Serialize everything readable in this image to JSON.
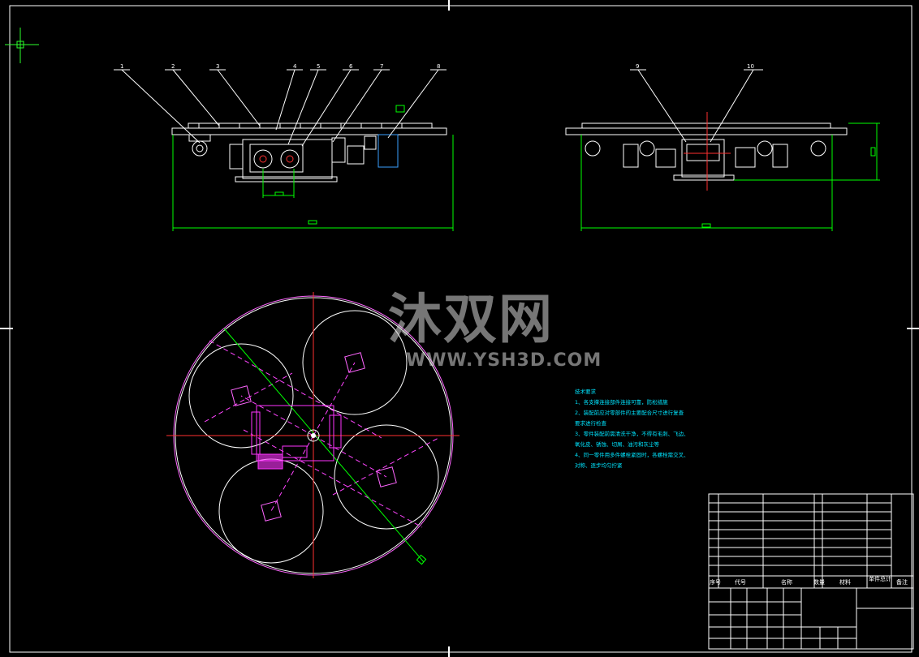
{
  "top_left_view": {
    "balloons": [
      "1",
      "2",
      "3",
      "4",
      "5",
      "6",
      "7",
      "8"
    ]
  },
  "top_right_view": {
    "balloons": [
      "9",
      "10"
    ]
  },
  "watermark": {
    "text_cn": "沐双网",
    "url": "WWW.YSH3D.COM"
  },
  "tech_requirements": {
    "title": "技术要求",
    "lines": [
      "1、各支撑连接部件连接可靠，防松措施",
      "2、装配前应对零部件的主要配合尺寸进行复查",
      "要求进行检查",
      "3、零件装配前需清洗干净，不得有毛刺、飞边、",
      "氧化皮、锈蚀、切屑、油污和灰尘等",
      "4、同一零件用多件螺栓紧固时，各螺栓需交叉、",
      "对称、逐步均匀拧紧"
    ]
  },
  "title_block": {
    "header": {
      "col1": "序号",
      "col2": "代号",
      "col3": "名称",
      "col4": "数量",
      "col5": "材料",
      "col6": "单件",
      "col7": "总计",
      "col8": "备注"
    }
  }
}
